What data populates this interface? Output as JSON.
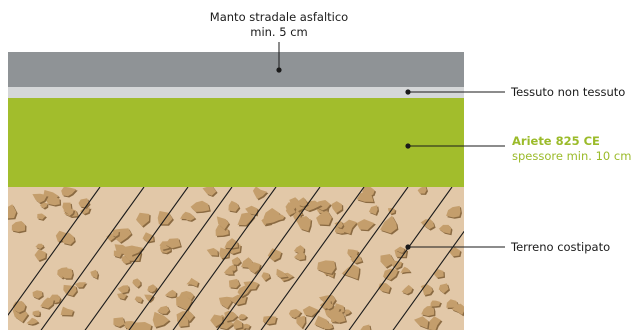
{
  "layers": {
    "asphalt": {
      "label_line1": "Manto stradale asfaltico",
      "label_line2": "min. 5 cm",
      "color": "#8f9396"
    },
    "fabric": {
      "label": "Tessuto non tessuto",
      "color": "#d5d7d8"
    },
    "ariete": {
      "label_line1": "Ariete 825 CE",
      "label_line2": "spessore min. 10 cm",
      "color": "#a2bd2c",
      "text_color": "#9bbb2a"
    },
    "soil": {
      "label": "Terreno costipato",
      "color": "#e2c8a8",
      "stone_color": "#c49e6c",
      "stone_dark": "#8a6a42"
    }
  },
  "line_color": "#1a1a1a"
}
